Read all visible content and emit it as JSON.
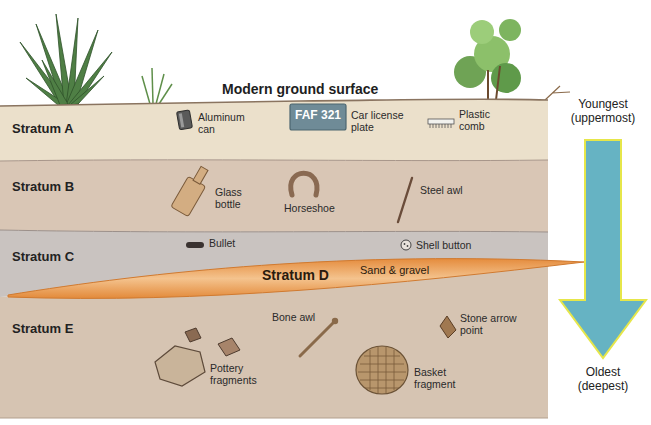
{
  "diagram": {
    "nodes": [
      {
        "text": [
          "Stratum A",
          "Aluminum can",
          "Car license plate",
          "Plastic comb"
        ]
      },
      {
        "text": [
          "Stratum B",
          "Glass bottle",
          "Horseshoe",
          "Steel awl"
        ]
      },
      {
        "text": [
          "Stratum C",
          "Bullet",
          "Shell button"
        ]
      },
      {
        "text": [
          "Stratum D",
          "Sand & gravel"
        ]
      },
      {
        "text": [
          "Stratum E",
          "Bone awl",
          "Stone arrow point",
          "Pottery fragments",
          "Basket fragment"
        ]
      }
    ],
    "labels": [
      "Modern ground surface",
      "FAF 321",
      "Youngest (uppermost)",
      "Oldest (deepest)"
    ]
  }
}
